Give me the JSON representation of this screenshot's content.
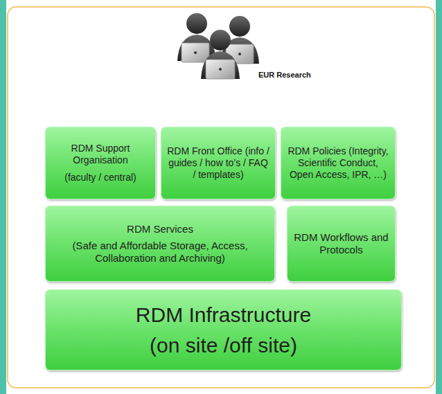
{
  "diagram": {
    "nodes": [
      {
        "text": [
          "RDM Support Organisation",
          "(faculty / central)"
        ]
      },
      {
        "text": [
          "RDM Front Office (info / guides / how to’s / FAQ / templates)"
        ]
      },
      {
        "text": [
          "RDM Policies (Integrity, Scientific Conduct, Open Access, IPR, …)"
        ]
      },
      {
        "text": [
          "RDM Services",
          "(Safe and Affordable Storage, Access, Collaboration and Archiving)"
        ]
      },
      {
        "text": [
          "RDM Workflows and Protocols"
        ]
      },
      {
        "text": [
          "RDM Infrastructure",
          "(on site /off site)"
        ]
      }
    ],
    "labels": [
      "EUR Research"
    ]
  }
}
